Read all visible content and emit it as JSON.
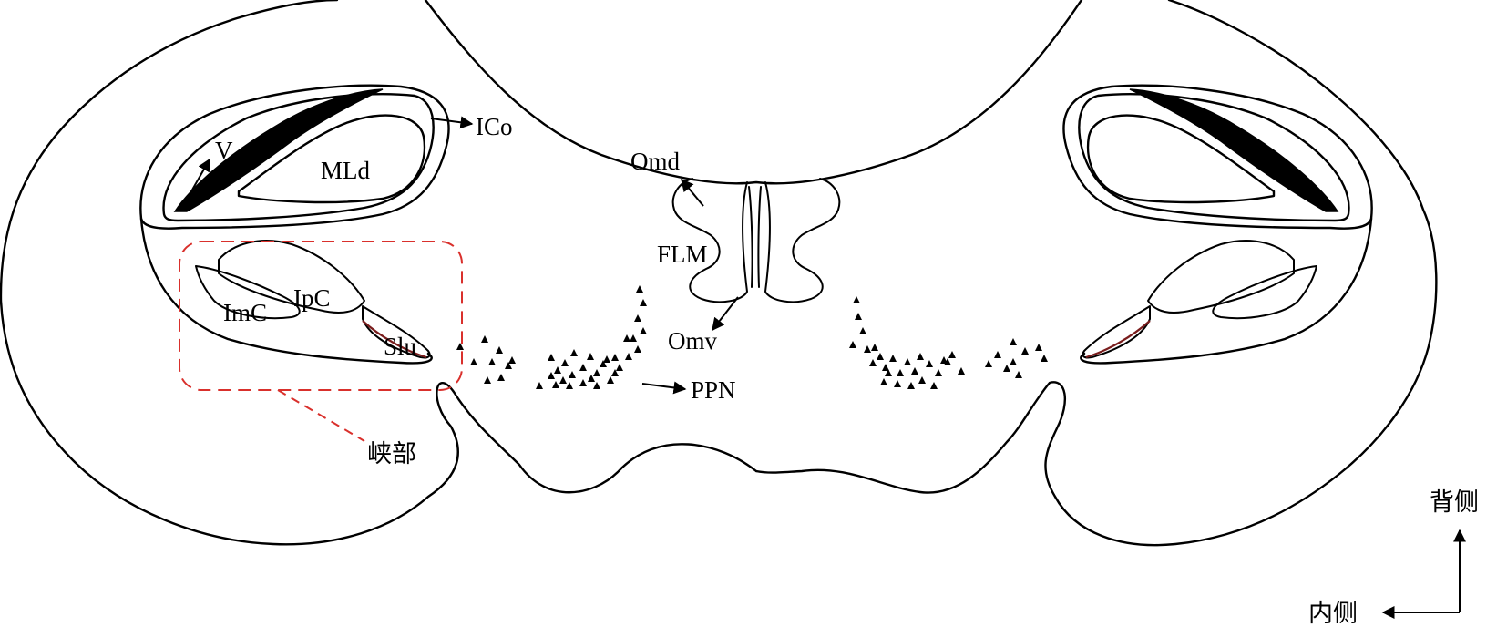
{
  "labels": {
    "v": "V",
    "mld": "MLd",
    "ico": "ICo",
    "omd": "Omd",
    "flm": "FLM",
    "omv": "Omv",
    "ipc": "IpC",
    "imc": "ImC",
    "slu": "Slu",
    "ppn": "PPN",
    "isthmus": "峡部",
    "dorsal": "背侧",
    "medial": "内侧"
  },
  "colors": {
    "outline": "#000000",
    "highlight_box": "#d9302c",
    "slu_border": "#7a1d1d",
    "background": "#ffffff"
  },
  "icons": {
    "ppn_marker": "triangle-icon",
    "orientation": "axis-arrows-icon"
  }
}
